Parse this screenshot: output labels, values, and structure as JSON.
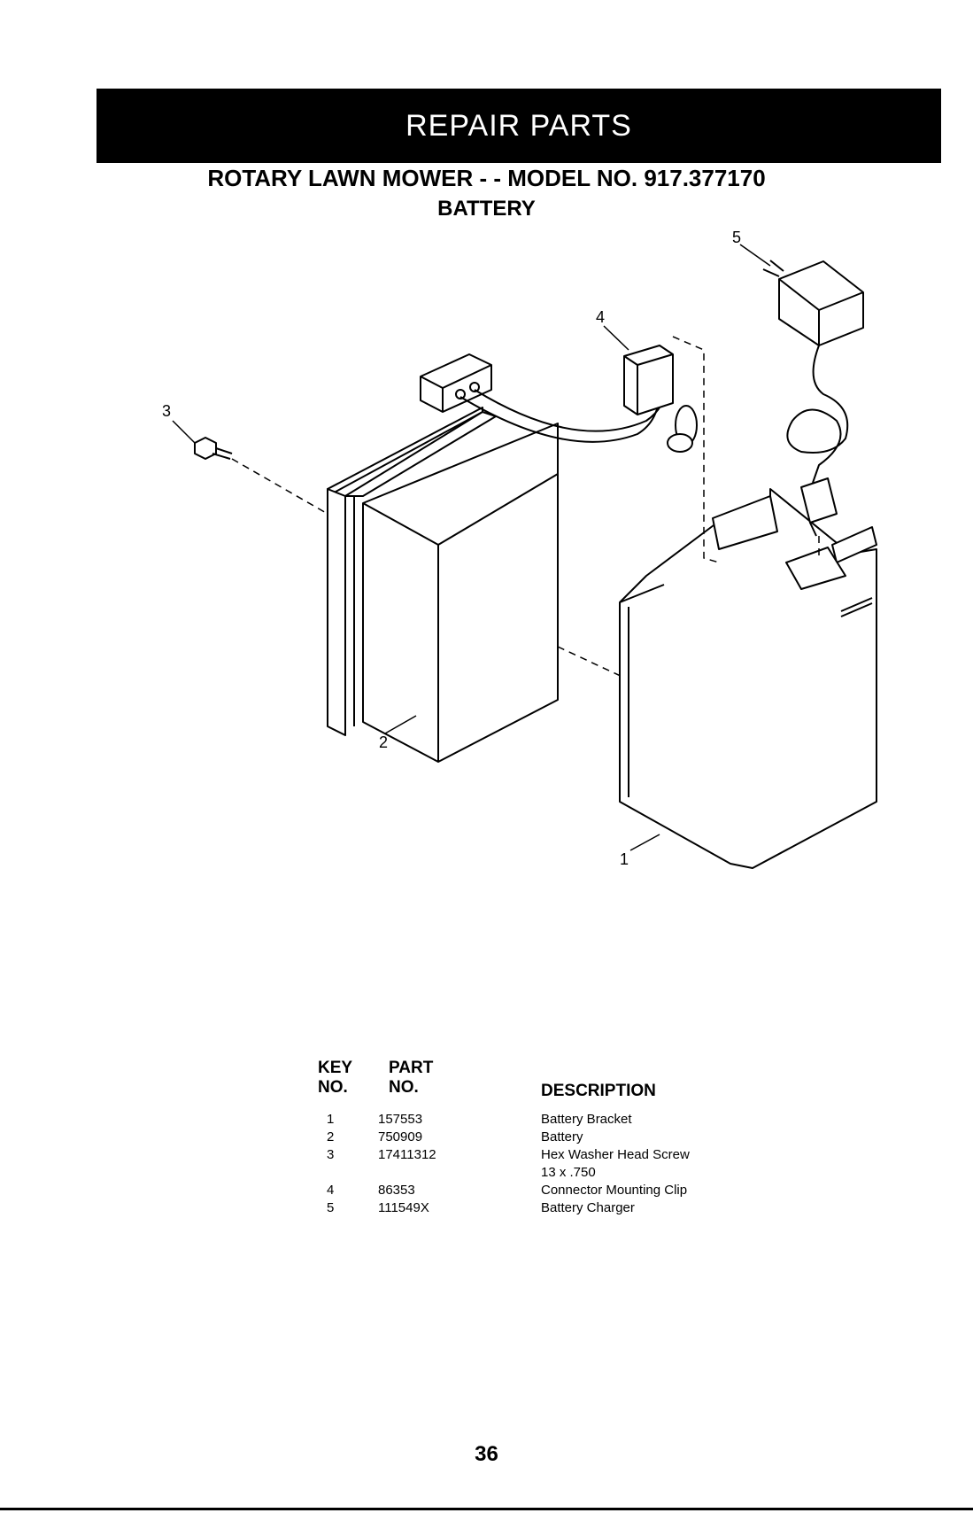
{
  "banner": {
    "title": "REPAIR PARTS"
  },
  "heading": {
    "title": "ROTARY LAWN MOWER - - MODEL NO. 917.377170",
    "subtitle": "BATTERY"
  },
  "diagram": {
    "callouts": [
      "1",
      "2",
      "3",
      "4",
      "5"
    ]
  },
  "parts_table": {
    "headers": {
      "key_line1": "KEY",
      "key_line2": "NO.",
      "part_line1": "PART",
      "part_line2": "NO.",
      "description": "DESCRIPTION"
    },
    "rows": [
      {
        "key": "1",
        "part": "157553",
        "description": "Battery Bracket"
      },
      {
        "key": "2",
        "part": "750909",
        "description": "Battery"
      },
      {
        "key": "3",
        "part": "17411312",
        "description": "Hex Washer Head Screw"
      },
      {
        "key": "",
        "part": "",
        "description": "13 x .750"
      },
      {
        "key": "4",
        "part": "86353",
        "description": "Connector Mounting Clip"
      },
      {
        "key": "5",
        "part": "111549X",
        "description": "Battery Charger"
      }
    ]
  },
  "footer": {
    "page_number": "36"
  }
}
